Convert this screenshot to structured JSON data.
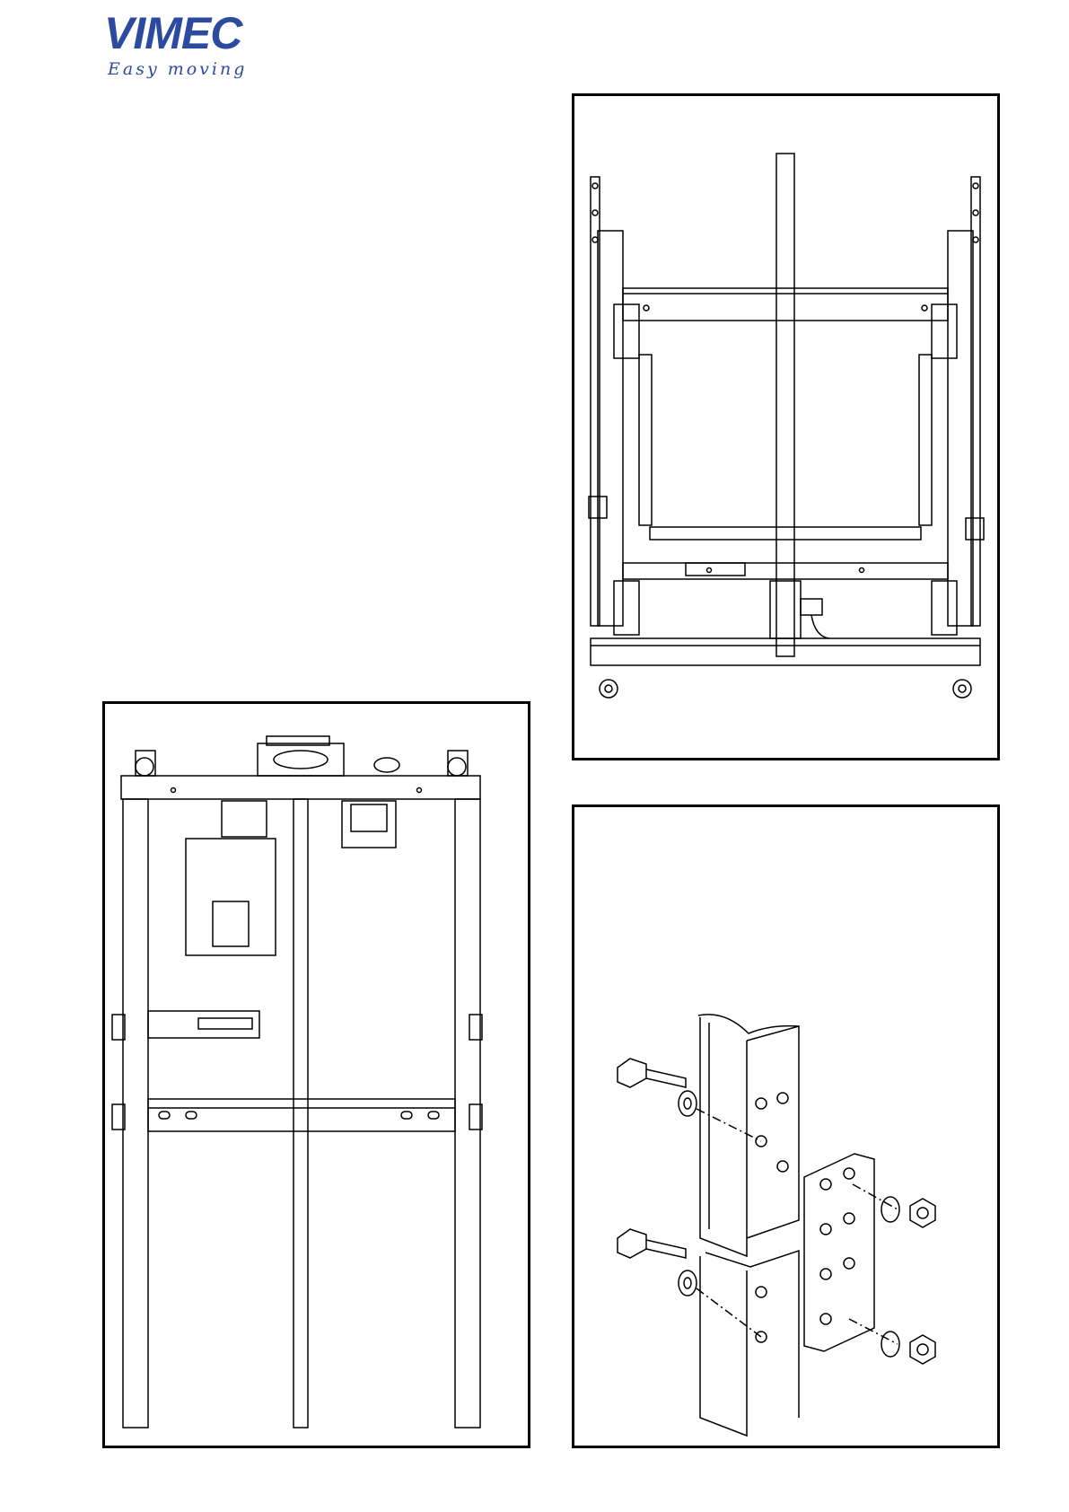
{
  "brand": {
    "name": "VIMEC",
    "tagline": "Easy moving",
    "color": "#2c4aa0"
  },
  "figures": [
    {
      "id": "fig-top-right",
      "content": "lift-platform-frame-top-view-drawing"
    },
    {
      "id": "fig-left",
      "content": "lift-cabin-frame-with-motor-drawing"
    },
    {
      "id": "fig-bottom-right",
      "content": "guide-rail-joint-bolt-assembly-drawing"
    }
  ]
}
